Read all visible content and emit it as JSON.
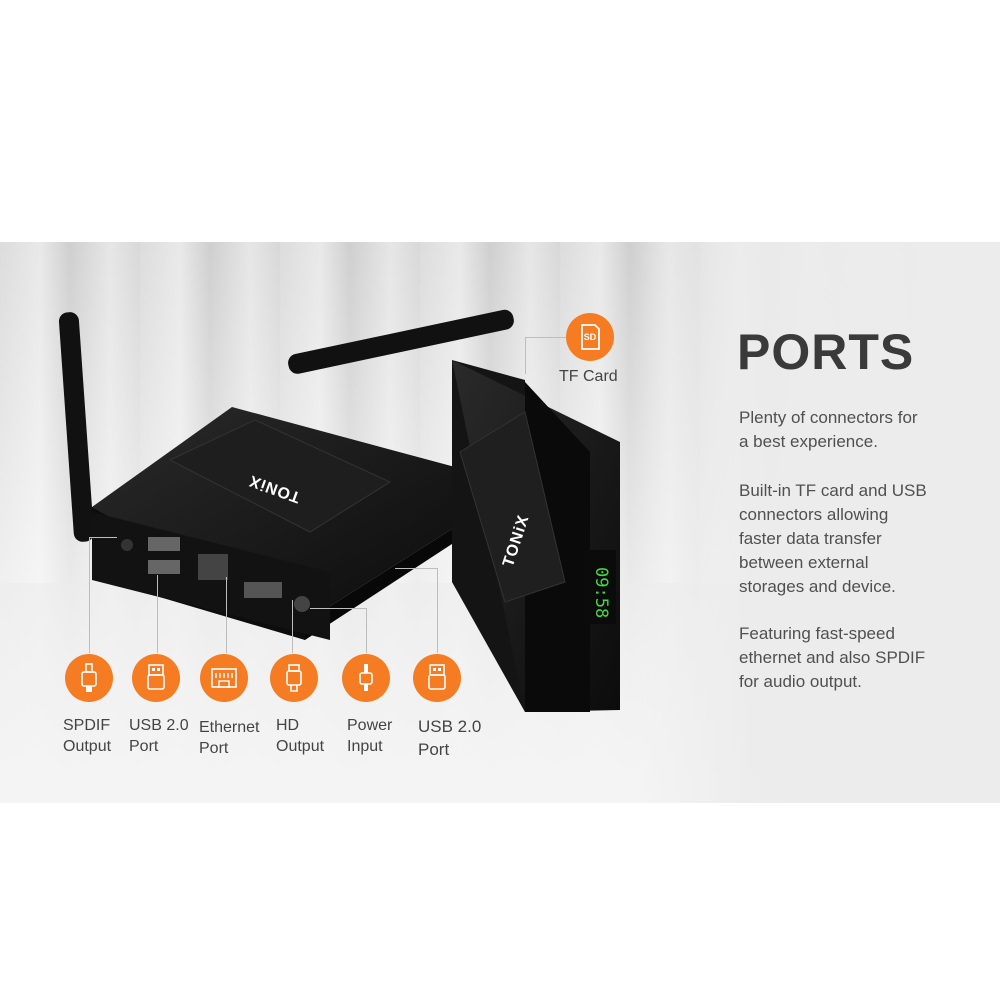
{
  "heading": "PORTS",
  "paragraphs": [
    "Plenty of connectors for\na best experience.",
    "Built-in TF card and USB\nconnectors  allowing\nfaster data transfer\nbetween external\nstorages and device.",
    "Featuring fast-speed\nethernet and also SPDIF\nfor audio output."
  ],
  "brand": "TONiX",
  "clock": "09:58",
  "tf_card": {
    "label": "TF Card",
    "icon_text": "SD",
    "icon": "sd-card-icon"
  },
  "ports": [
    {
      "label": "SPDIF\nOutput",
      "icon": "spdif-plug-icon"
    },
    {
      "label": "USB 2.0\nPort",
      "icon": "usb-icon"
    },
    {
      "label": "Ethernet\nPort",
      "icon": "ethernet-icon"
    },
    {
      "label": "HD\nOutput",
      "icon": "hdmi-icon"
    },
    {
      "label": "Power\nInput",
      "icon": "power-plug-icon"
    },
    {
      "label": "USB 2.0\nPort",
      "icon": "usb-icon"
    }
  ],
  "colors": {
    "accent": "#f57c22",
    "text": "#3a3a3a",
    "body": "#505050",
    "device": "#151515"
  }
}
